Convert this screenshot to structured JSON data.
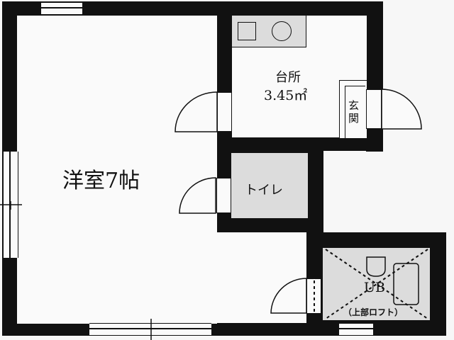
{
  "floorplan": {
    "rooms": {
      "western_room": {
        "label": "洋室7帖"
      },
      "kitchen": {
        "label": "台所",
        "area": "3.45㎡"
      },
      "entrance": {
        "label_line1": "玄",
        "label_line2": "関"
      },
      "toilet": {
        "label": "トイレ"
      },
      "unit_bath": {
        "label": "UB",
        "note": "（上部ロフト）"
      }
    },
    "colors": {
      "wall": "#111111",
      "floor": "#fafafa",
      "wet_area": "#dcdcdc",
      "background": "#f7f7f7"
    }
  }
}
